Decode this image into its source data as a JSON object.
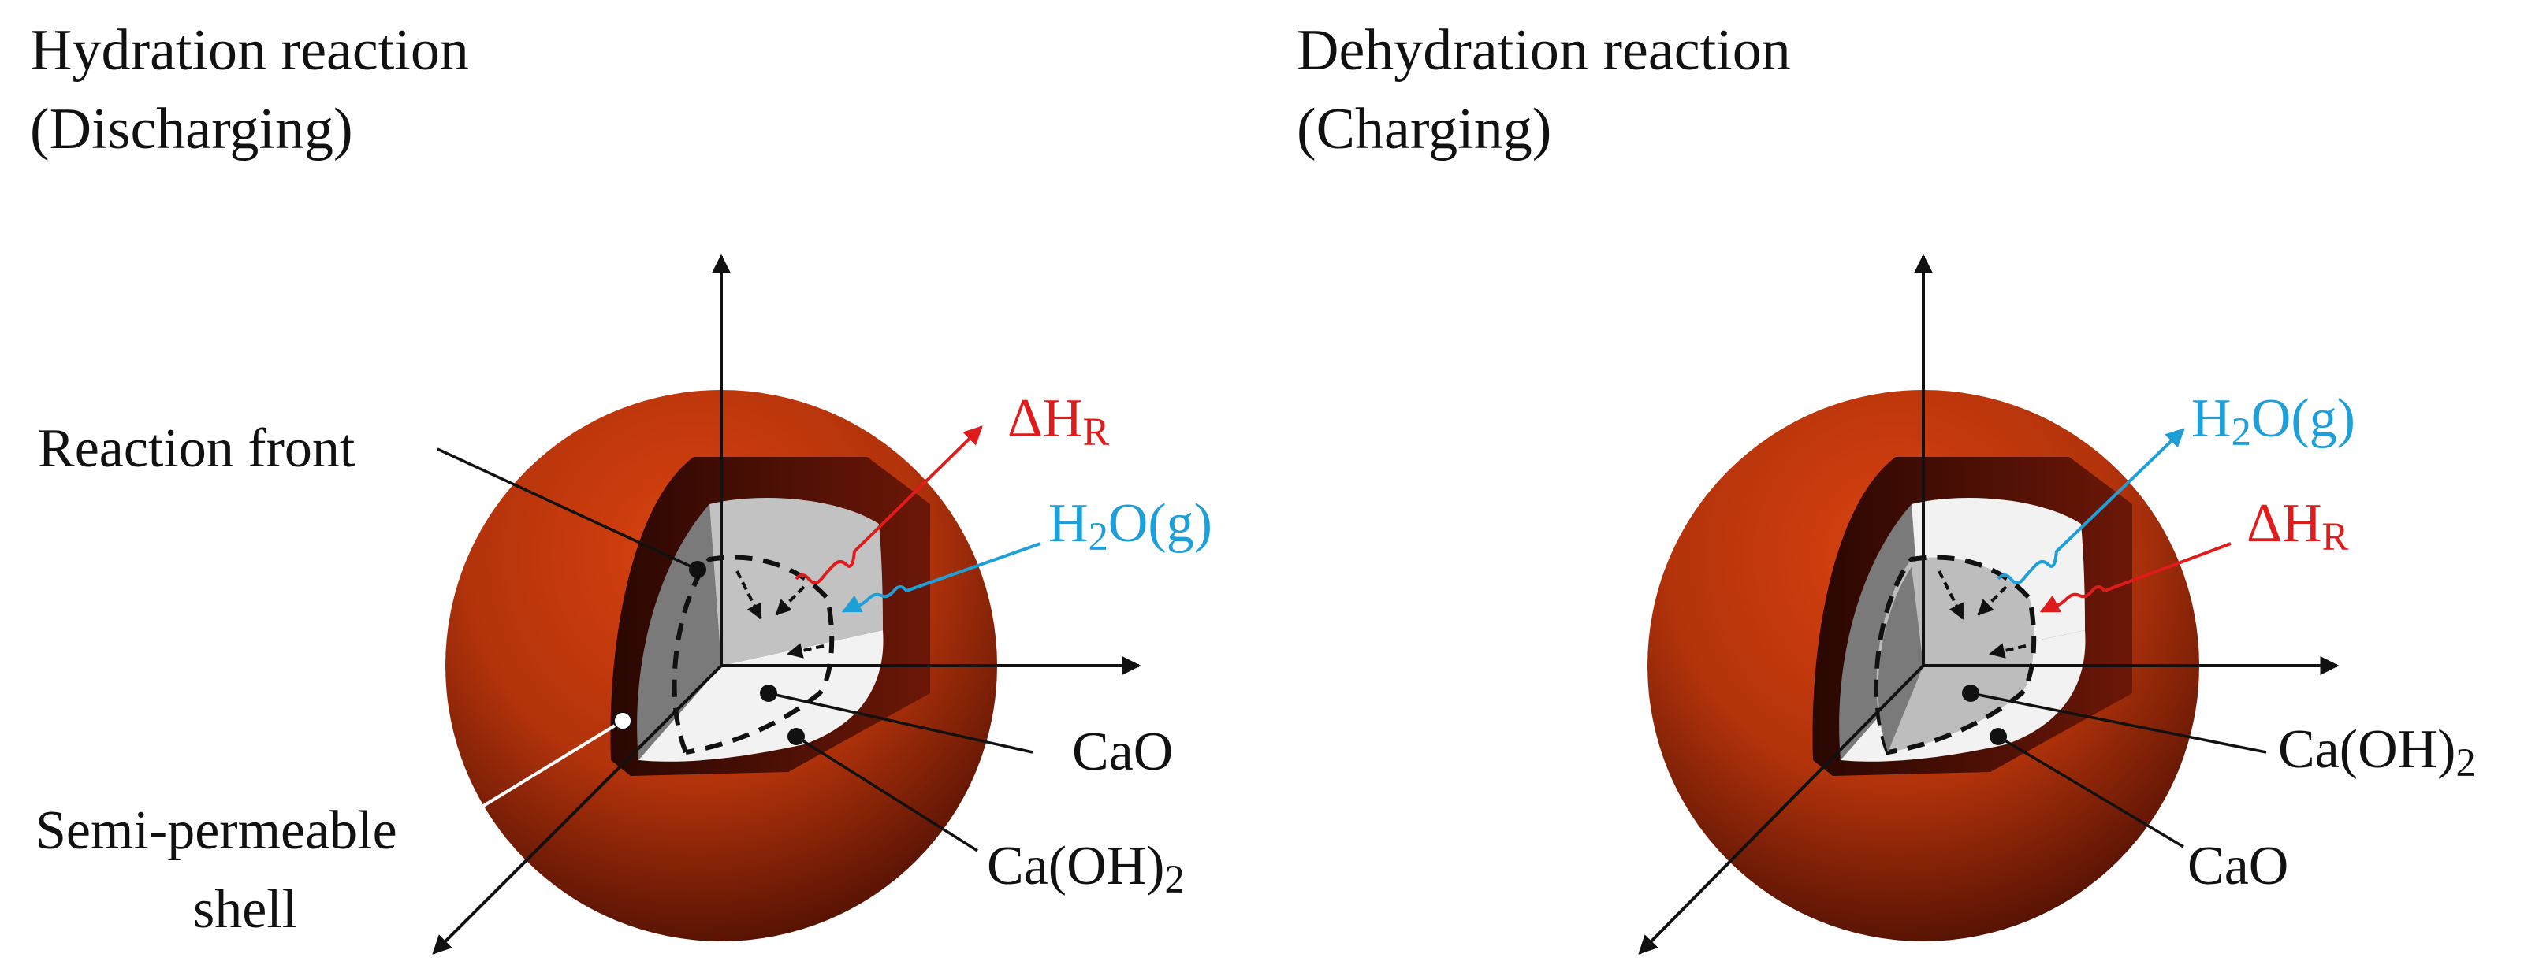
{
  "left": {
    "title_line1": "Hydration reaction",
    "title_line2": "(Discharging)",
    "labels": {
      "reaction_front": "Reaction front",
      "semi_permeable_line1": "Semi-permeable",
      "semi_permeable_line2": "shell",
      "cao": "CaO",
      "caoh2_base": "Ca(OH)",
      "caoh2_sub": "2",
      "delta_base": "ΔH",
      "delta_sub": "R",
      "h2o_h": "H",
      "h2o_sub": "2",
      "h2o_rest": "O(g)"
    }
  },
  "right": {
    "title_line1": "Dehydration reaction",
    "title_line2": "(Charging)",
    "labels": {
      "caoh2_base": "Ca(OH)",
      "caoh2_sub": "2",
      "cao": "CaO",
      "delta_base": "ΔH",
      "delta_sub": "R",
      "h2o_h": "H",
      "h2o_sub": "2",
      "h2o_rest": "O(g)"
    }
  },
  "colors": {
    "sphere_shell": "#c0360e",
    "heat_arrow": "#e01b1b",
    "water_arrow": "#1f9fd8",
    "core_light": "#f2f2f2",
    "core_mid": "#bdbdbd",
    "core_dark": "#7a7a7a"
  }
}
